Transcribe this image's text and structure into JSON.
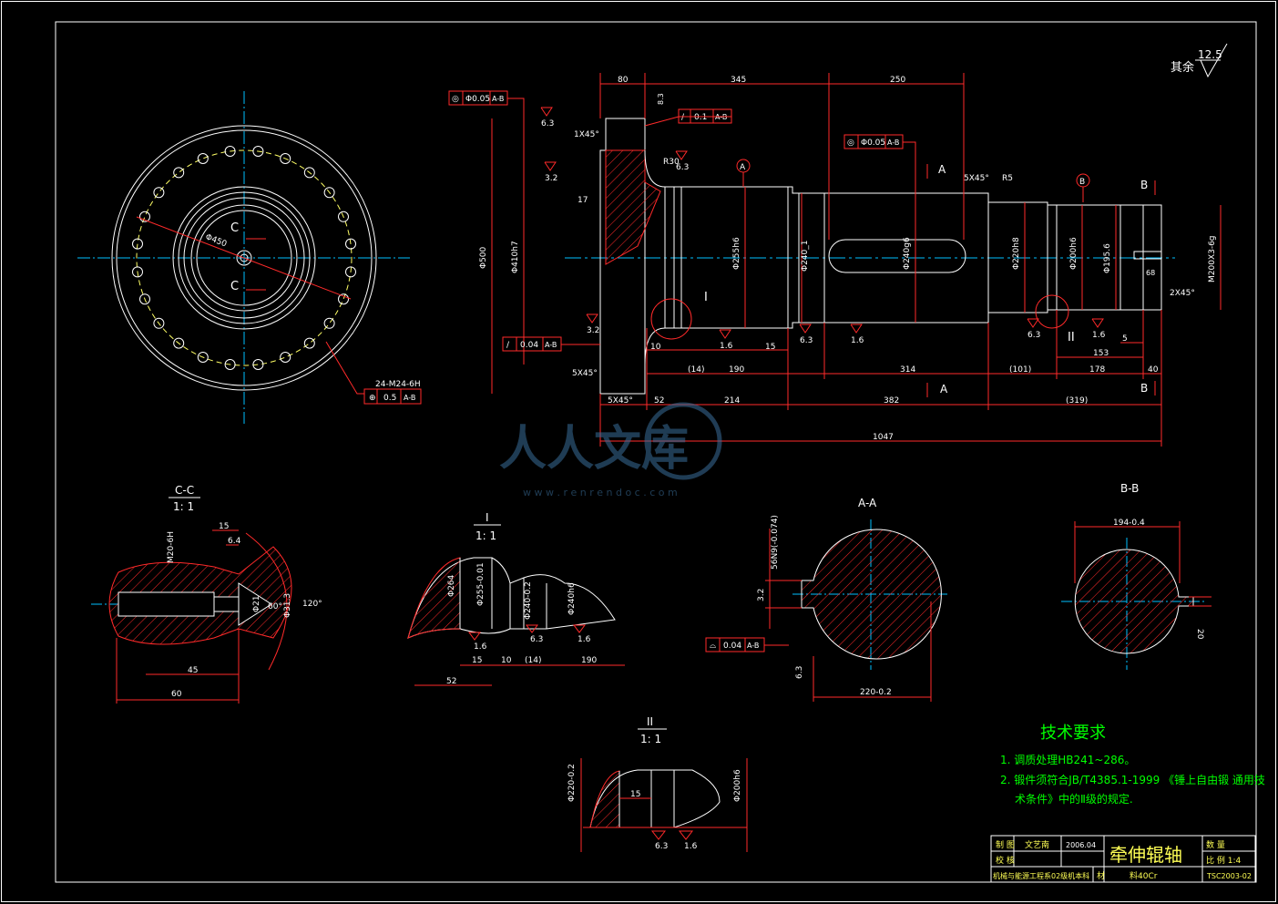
{
  "colors": {
    "background": "#000000",
    "outline": "#ffffff",
    "dimension": "#ff2a2a",
    "text": "#ffffff",
    "note_text": "#00ff00",
    "centerline": "#00bfff",
    "bolt_circle": "#ffff66",
    "title_text": "#ffff55"
  },
  "surface_finish": {
    "label": "其余",
    "value": "12.5"
  },
  "main_view": {
    "dims_top": [
      "80",
      "345",
      "250"
    ],
    "dims_bottom": [
      "10",
      "(14)",
      "190",
      "15",
      "314",
      "(101)",
      "178",
      "40",
      "153",
      "5"
    ],
    "dims_overall": [
      "52",
      "214",
      "382",
      "(319)",
      "1047"
    ],
    "diameters": [
      "Φ500",
      "Φ410h7",
      "Φ255h6",
      "Φ240_1",
      "Φ240g6",
      "Φ220h8",
      "Φ200h6",
      "Φ195.6",
      "M200X3-6g"
    ],
    "tolerance_frames": [
      {
        "symbol": "◎",
        "value": "Φ0.05",
        "datum": "A-B"
      },
      {
        "symbol": "/",
        "value": "0.1",
        "datum": "A-B"
      },
      {
        "symbol": "◎",
        "value": "Φ0.05",
        "datum": "A-B"
      },
      {
        "symbol": "/",
        "value": "0.04",
        "datum": "A-B"
      }
    ],
    "roughness": [
      "6.3",
      "6.3",
      "3.2",
      "3.2",
      "1.6",
      "6.3",
      "1.6",
      "6.3",
      "1.6"
    ],
    "notes": [
      "1X45°",
      "R30",
      "5X45°",
      "R5",
      "2X45°",
      "5X45°",
      "5X45°",
      "17",
      "8.3",
      "68"
    ],
    "datums": [
      "A",
      "B"
    ],
    "section_marks": [
      "A",
      "A",
      "B",
      "B"
    ],
    "detail_marks": [
      "I",
      "II"
    ]
  },
  "end_view": {
    "dims": [
      "Φ450",
      "24-M24-6H",
      "0.5",
      "A-B"
    ],
    "section_marks": [
      "C",
      "C"
    ]
  },
  "section_cc": {
    "title": "C-C",
    "scale": "1: 1",
    "dims": [
      "15",
      "6.4",
      "M20-6H",
      "Φ21",
      "60°",
      "Φ31.3",
      "120°",
      "45",
      "60"
    ]
  },
  "detail_1": {
    "title": "I",
    "scale": "1: 1",
    "dims": [
      "Φ264",
      "Φ255-0.01",
      "Φ240-0.2",
      "Φ240h6",
      "1.6",
      "6.3",
      "1.6",
      "15",
      "10",
      "(14)",
      "190",
      "52"
    ]
  },
  "section_aa": {
    "title": "A-A",
    "dims": [
      "3.2",
      "56N9(-0.074)",
      "0.04",
      "A-B",
      "6.3",
      "220-0.2"
    ]
  },
  "section_bb": {
    "title": "B-B",
    "dims": [
      "194-0.4",
      "20"
    ]
  },
  "detail_2": {
    "title": "II",
    "scale": "1: 1",
    "dims": [
      "Φ220-0.2",
      "15",
      "Φ200h6",
      "6.3",
      "1.6"
    ]
  },
  "tech_requirements": {
    "title": "技术要求",
    "items": [
      "1. 调质处理HB241~286。",
      "2. 锻件须符合JB/T4385.1-1999 《锤上自由锻 通用技",
      "术条件》中的Ⅱ级的规定."
    ]
  },
  "title_block": {
    "part_name": "牵伸辊轴",
    "drawn_label": "制  图",
    "drawer": "文艺南",
    "date": "2006.04",
    "check_label": "校  核",
    "qty_label": "数  量",
    "scale_label": "比  例 1:4",
    "material_label": "材",
    "material": "料40Cr",
    "school": "机械与能源工程系02级机本科",
    "drawing_no": "TSC2003-02"
  },
  "watermark": {
    "text": "人人文库",
    "url": "w w w . r e n r e n d o c . c o m"
  }
}
